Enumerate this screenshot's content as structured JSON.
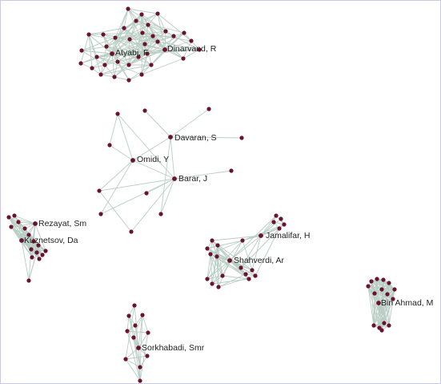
{
  "colors": {
    "node": "#6a1230",
    "edge": "#b8cdc4",
    "label": "#222222",
    "background": "#ffffff"
  },
  "authors": [
    {
      "key": "atyabi",
      "label": "Atyabi, F"
    },
    {
      "key": "dinarvand",
      "label": "Dinarvand, R"
    },
    {
      "key": "davaran",
      "label": "Davaran, S"
    },
    {
      "key": "omidi",
      "label": "Omidi, Y"
    },
    {
      "key": "barar",
      "label": "Barar, J"
    },
    {
      "key": "rezayat",
      "label": "Rezayat, Sm"
    },
    {
      "key": "kuznetsov",
      "label": "Kuznetsov, Da"
    },
    {
      "key": "jamalifar",
      "label": "Jamalifar, H"
    },
    {
      "key": "shahverdi",
      "label": "Shahverdi, Ar"
    },
    {
      "key": "bin-ahmad",
      "label": "Bin Ahmad, M"
    },
    {
      "key": "sorkhabadi",
      "label": "Sorkhabadi, Smr"
    }
  ]
}
